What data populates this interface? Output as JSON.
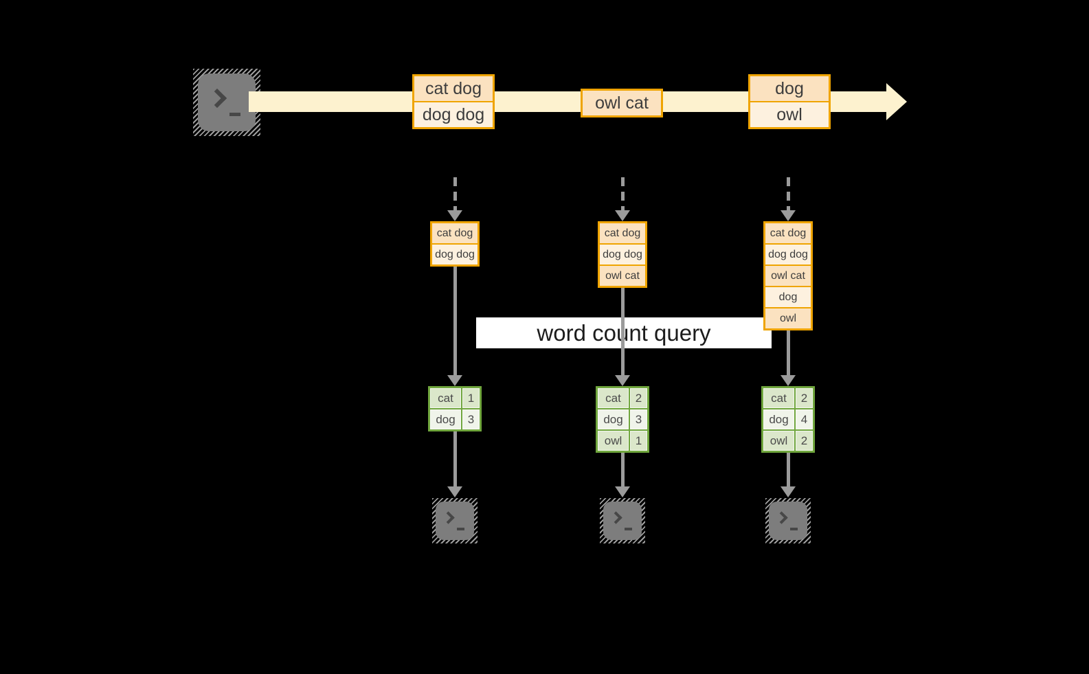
{
  "query_label": "word count query",
  "stream": {
    "batches": [
      {
        "rows": [
          "cat dog",
          "dog dog"
        ]
      },
      {
        "rows": [
          "owl cat"
        ]
      },
      {
        "rows": [
          "dog",
          "owl"
        ]
      }
    ]
  },
  "columns": [
    {
      "input_rows": [
        "cat dog",
        "dog dog"
      ],
      "counts": [
        {
          "word": "cat",
          "count": "1"
        },
        {
          "word": "dog",
          "count": "3"
        }
      ]
    },
    {
      "input_rows": [
        "cat dog",
        "dog dog",
        "owl cat"
      ],
      "counts": [
        {
          "word": "cat",
          "count": "2"
        },
        {
          "word": "dog",
          "count": "3"
        },
        {
          "word": "owl",
          "count": "1"
        }
      ]
    },
    {
      "input_rows": [
        "cat dog",
        "dog dog",
        "owl cat",
        "dog",
        "owl"
      ],
      "counts": [
        {
          "word": "cat",
          "count": "2"
        },
        {
          "word": "dog",
          "count": "4"
        },
        {
          "word": "owl",
          "count": "2"
        }
      ]
    }
  ],
  "icons": {
    "source": "terminal-icon",
    "sinks": [
      "terminal-icon",
      "terminal-icon",
      "terminal-icon"
    ],
    "stream": "right-arrow-band",
    "connectors": "down-arrow"
  },
  "colors": {
    "background": "#000000",
    "stream_band": "#fdf2cf",
    "gold_border": "#efa400",
    "peach_fill": "#fbe2c0",
    "cream_fill": "#fdf1df",
    "green_border": "#70a63d",
    "green_fill_dark": "#dbe7ca",
    "green_fill_light": "#f0f4ea",
    "arrow_gray": "#9b9b9b",
    "terminal_gray": "#7d7d7d",
    "label_bg": "#ffffff",
    "text_dark": "#3d3d3d"
  }
}
